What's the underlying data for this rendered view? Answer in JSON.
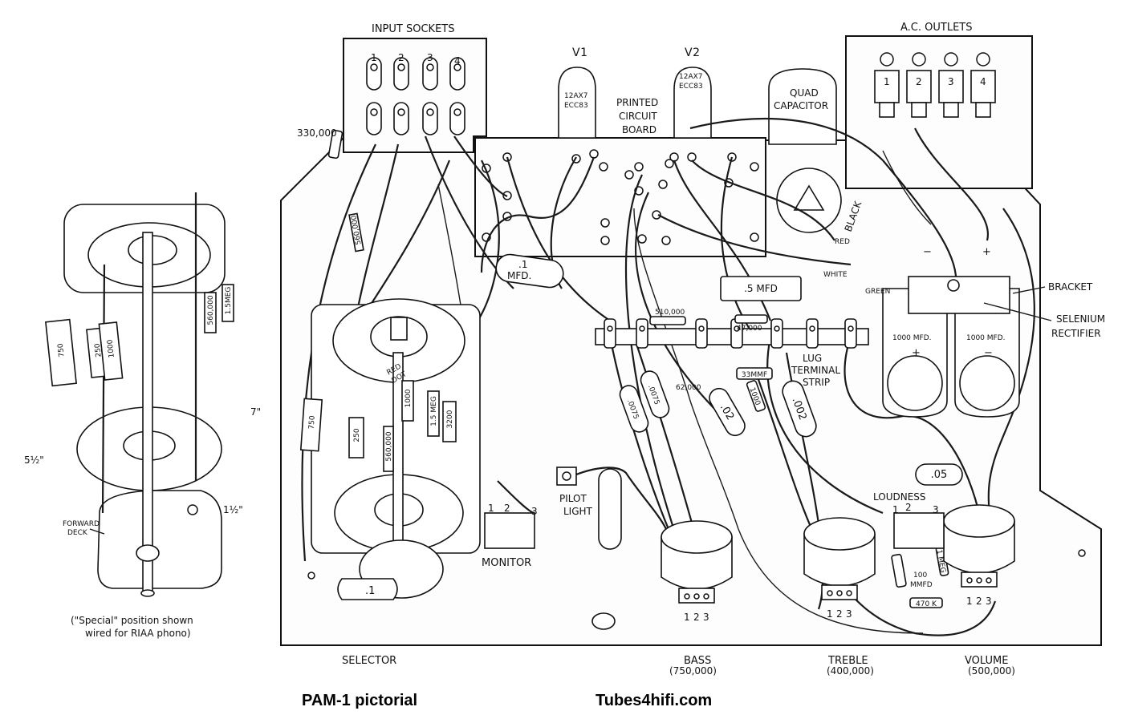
{
  "header": {
    "input_sockets": "INPUT SOCKETS",
    "v1": "V1",
    "v2": "V2",
    "ac_outlets": "A.C. OUTLETS",
    "quad_capacitor": [
      "QUAD",
      "CAPACITOR"
    ],
    "printed_circuit_board": [
      "PRINTED",
      "CIRCUIT",
      "BOARD"
    ]
  },
  "tubes": {
    "v1_type": [
      "12AX7",
      "ECC83"
    ],
    "v2_type": [
      "12AX7",
      "ECC83"
    ]
  },
  "components": {
    "r_330000": "330,000",
    "cap_01_mfd": [
      ".1",
      "MFD."
    ],
    "cap_05mfd": ".5 MFD",
    "r_510000": "510,000",
    "r_47000": "47,000",
    "r_62000": "62,000",
    "cap_33mmf": "33MMF",
    "cap_0075a": ".0075",
    "cap_0075b": ".0075",
    "cap_02": ".02",
    "cap_002": ".002",
    "r_1000": "1000",
    "cap_05": ".05",
    "cap_100mmfd": [
      "100",
      "MMFD"
    ],
    "r_470k": "470 K",
    "r_1meg": "1 MEG",
    "cap_1000mfd_plus": "1000 MFD.",
    "cap_1000mfd_minus": "1000 MFD.",
    "plus": "+",
    "minus": "−",
    "sel_r_750": "750",
    "sel_r_250": "250",
    "sel_r_1000": "1000",
    "sel_r_560000": "560,000",
    "sel_r_15meg": "1.5 MEG",
    "sel_r_3200": "3200",
    "sel_r_560000_b": "560,000",
    "deck_r_750": "750",
    "deck_r_250": "250",
    "deck_r_1000": "1000",
    "deck_r_560000": "560,000",
    "deck_r_15meg": "1.5MEG",
    "cap_sel_01": ".1"
  },
  "labels": {
    "bracket": "BRACKET",
    "selenium_rectifier": [
      "SELENIUM",
      "RECTIFIER"
    ],
    "lug_terminal_strip": [
      "LUG",
      "TERMINAL",
      "STRIP"
    ],
    "white": "WHITE",
    "green": "GREEN",
    "black": "BLACK",
    "red": "RED",
    "red_dot": [
      "RED",
      "DOT"
    ],
    "pilot_light": [
      "PILOT",
      "LIGHT"
    ],
    "monitor": "MONITOR",
    "loudness": "LOUDNESS",
    "forward_deck": [
      "FORWARD",
      "DECK"
    ],
    "special_note": [
      "(\"Special\" position shown",
      "wired for RIAA phono)"
    ],
    "dim_7in": "7\"",
    "dim_5half": "5½\"",
    "dim_1half": "1½\""
  },
  "controls": {
    "selector": "SELECTOR",
    "bass": "BASS",
    "bass_value": "(750,000)",
    "treble": "TREBLE",
    "treble_value": "(400,000)",
    "volume": "VOLUME",
    "volume_value": "(500,000)",
    "pot_pins": [
      "1",
      "2",
      "3"
    ]
  },
  "outlets": [
    "1",
    "2",
    "3",
    "4"
  ],
  "caption": {
    "left": "PAM-1 pictorial",
    "right": "Tubes4hifi.com"
  }
}
